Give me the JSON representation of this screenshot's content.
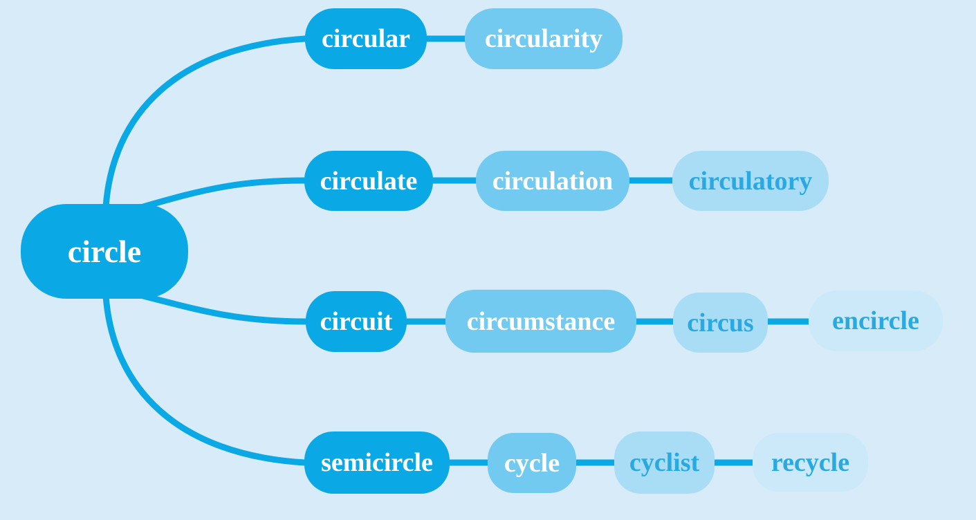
{
  "title": "circle word family mind map",
  "palette": {
    "background": "#D7EBF8",
    "level1_bg": "#0AA8E4",
    "level2_bg": "#72CAF0",
    "level3_bg": "#A9DDF6",
    "level4_bg": "#CCE9FA",
    "text_light": "#FFFFFF",
    "text_blue": "#2AA9E1",
    "connector": "#0AA8E4"
  },
  "root": {
    "label": "circle"
  },
  "branches": [
    {
      "nodes": [
        {
          "label": "circular"
        },
        {
          "label": "circularity"
        }
      ]
    },
    {
      "nodes": [
        {
          "label": "circulate"
        },
        {
          "label": "circulation"
        },
        {
          "label": "circulatory"
        }
      ]
    },
    {
      "nodes": [
        {
          "label": "circuit"
        },
        {
          "label": "circumstance"
        },
        {
          "label": "circus"
        },
        {
          "label": "encircle"
        }
      ]
    },
    {
      "nodes": [
        {
          "label": "semicircle"
        },
        {
          "label": "cycle"
        },
        {
          "label": "cyclist"
        },
        {
          "label": "recycle"
        }
      ]
    }
  ]
}
